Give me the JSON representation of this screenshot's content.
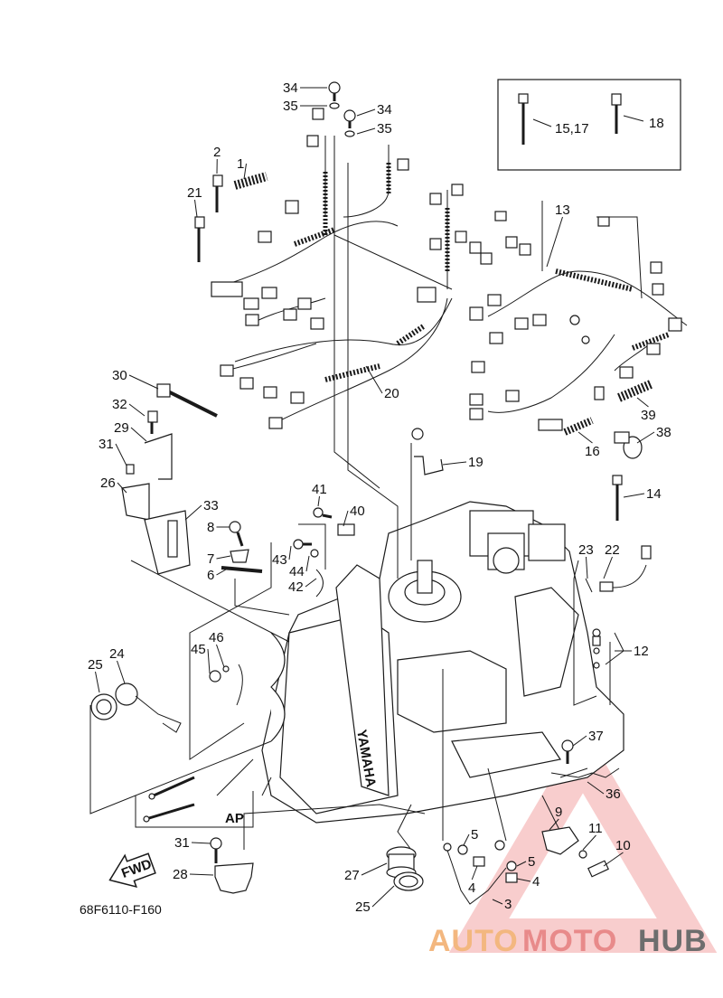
{
  "diagram_code": "68F6110-F160",
  "inset_label": "AP",
  "fwd_label": "FWD",
  "engine_brand": "YAMAHA",
  "watermark": {
    "part1": "AUTO",
    "part2": "MOTO",
    "part3": "HUB",
    "color_light": "#f3b77f",
    "color_mid": "#e88a8a",
    "color_dark": "#6d6d6d",
    "triangle_color": "#e64b4b"
  },
  "inset_labels": {
    "a": "15,17",
    "b": "18"
  },
  "callouts": [
    "1",
    "2",
    "21",
    "34",
    "35",
    "34",
    "35",
    "20",
    "13",
    "30",
    "32",
    "29",
    "31",
    "26",
    "33",
    "19",
    "41",
    "40",
    "8",
    "7",
    "6",
    "43",
    "44",
    "42",
    "23",
    "22",
    "12",
    "46",
    "45",
    "24",
    "25",
    "16",
    "38",
    "39",
    "14",
    "37",
    "36",
    "9",
    "11",
    "10",
    "5",
    "5",
    "4",
    "4",
    "3",
    "31",
    "28",
    "27",
    "25"
  ]
}
